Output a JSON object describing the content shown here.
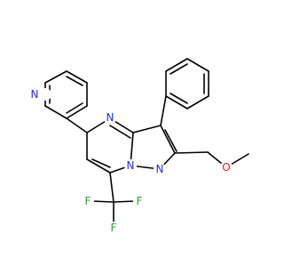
{
  "molecule": {
    "atoms": {
      "n_pyridine": {
        "symbol": "N",
        "color": "#2b2bd8"
      },
      "n_ring_imine": {
        "symbol": "N",
        "color": "#2b2bd8"
      },
      "n_bridge": {
        "symbol": "N",
        "color": "#2b2bd8"
      },
      "n_pyrazole": {
        "symbol": "N",
        "color": "#2b2bd8"
      },
      "o_ether": {
        "symbol": "O",
        "color": "#e31a1c"
      },
      "f_top": {
        "symbol": "F",
        "color": "#2e9b3e"
      },
      "f_left": {
        "symbol": "F",
        "color": "#2e9b3e"
      },
      "f_bottom": {
        "symbol": "F",
        "color": "#2e9b3e"
      }
    },
    "bond_color": "#000000",
    "background": "#ffffff"
  }
}
